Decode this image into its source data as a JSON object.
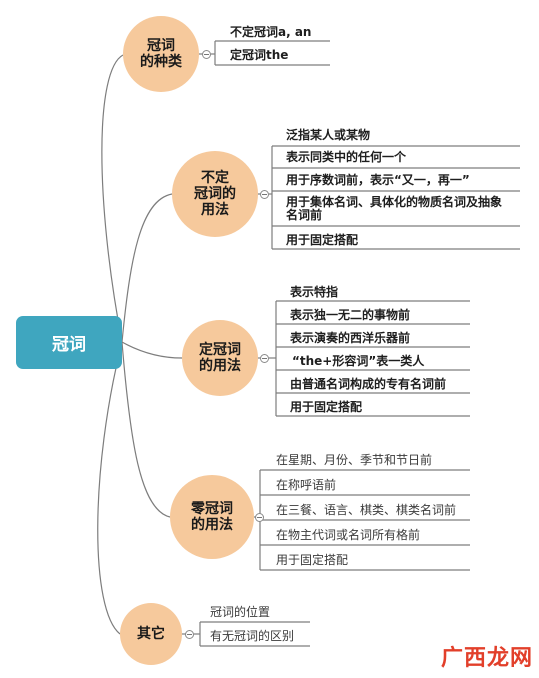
{
  "root": "冠词",
  "branches": [
    {
      "label": "冠词\n的种类",
      "items": [
        "不定冠词a, an",
        "定冠词the"
      ]
    },
    {
      "label": "不定\n冠词的\n用法",
      "items": [
        "泛指某人或某物",
        "表示同类中的任何一个",
        "用于序数词前，表示“又一，再一”",
        "用于集体名词、具体化的物质名词及抽象名词前",
        "用于固定搭配"
      ]
    },
    {
      "label": "定冠词\n的用法",
      "items": [
        "表示特指",
        "表示独一无二的事物前",
        "表示演奏的西洋乐器前",
        "“the+形容词”表一类人",
        "由普通名词构成的专有名词前",
        "用于固定搭配"
      ]
    },
    {
      "label": "零冠词\n的用法",
      "items": [
        "在星期、月份、季节和节日前",
        "在称呼语前",
        "在三餐、语言、棋类、棋类名词前",
        "在物主代词或名词所有格前",
        "用于固定搭配"
      ]
    },
    {
      "label": "其它",
      "items": [
        "冠词的位置",
        "有无冠词的区别"
      ]
    }
  ],
  "watermark": "广西龙网",
  "colors": {
    "root": "#3fa6bf",
    "branch": "#f6c99c",
    "line": "#7d7d7d"
  }
}
